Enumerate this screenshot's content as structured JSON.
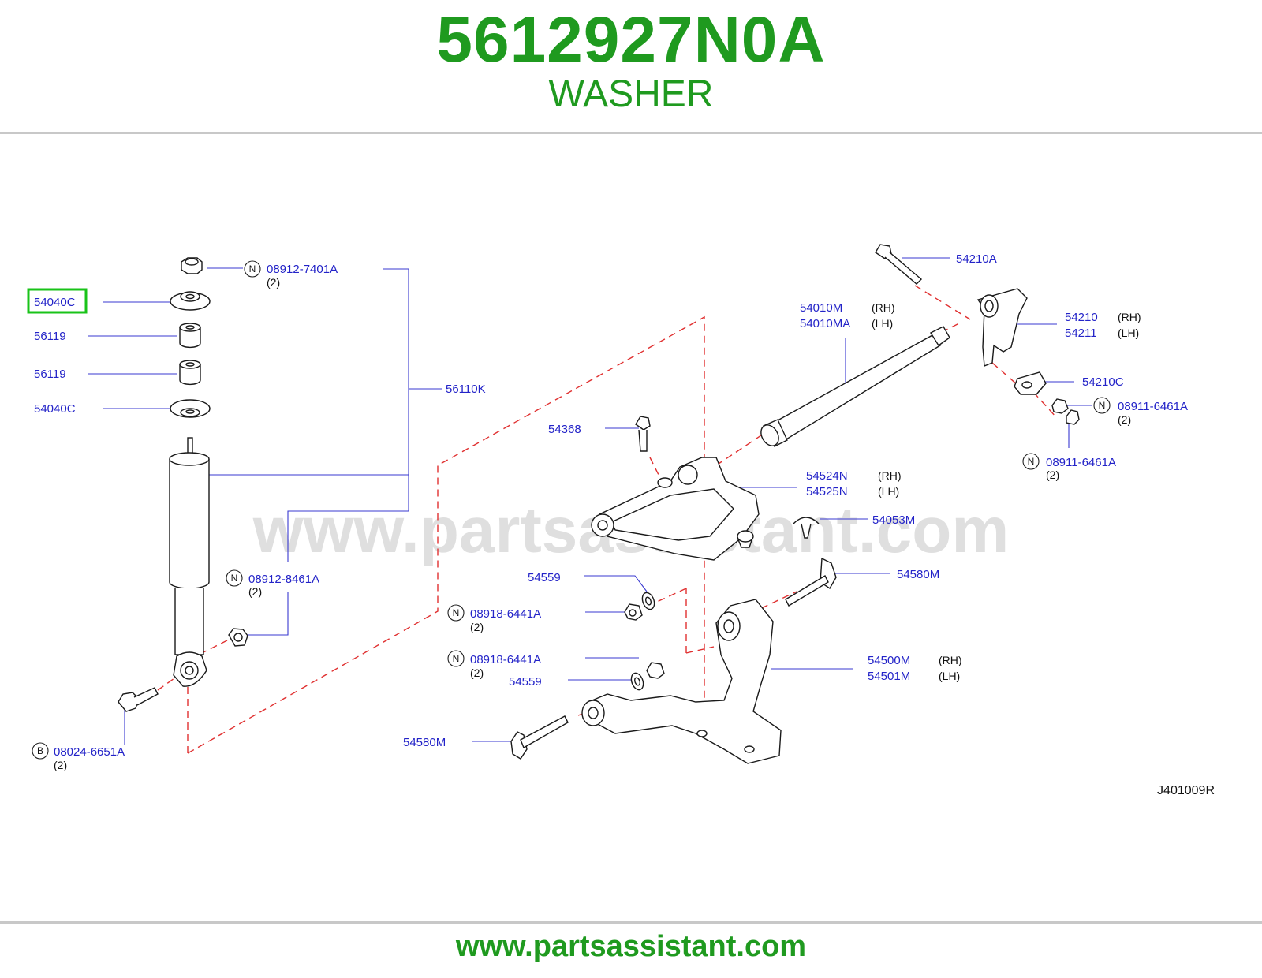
{
  "header": {
    "part_number": "5612927N0A",
    "part_name": "WASHER"
  },
  "footer": {
    "url": "www.partsassistant.com"
  },
  "diagram": {
    "watermark": "www.partsassistant.com",
    "drawing_code": "J401009R",
    "labels": {
      "l54040c_top": "54040C",
      "l56119_a": "56119",
      "l56119_b": "56119",
      "l54040c_bot": "54040C",
      "l56110k": "56110K",
      "l08912_7401a": "08912-7401A",
      "l08912_7401a_qty": "(2)",
      "l08912_8461a": "08912-8461A",
      "l08912_8461a_qty": "(2)",
      "l08024_6651a": "08024-6651A",
      "l08024_6651a_qty": "(2)",
      "l54368": "54368",
      "l54010m": "54010M",
      "l54010m_side": "(RH)",
      "l54010ma": "54010MA",
      "l54010ma_side": "(LH)",
      "l54210a": "54210A",
      "l54210": "54210",
      "l54210_side": "(RH)",
      "l54211": "54211",
      "l54211_side": "(LH)",
      "l54210c": "54210C",
      "l08911_6461a_a": "08911-6461A",
      "l08911_6461a_a_qty": "(2)",
      "l08911_6461a_b": "08911-6461A",
      "l08911_6461a_b_qty": "(2)",
      "l54524n": "54524N",
      "l54524n_side": "(RH)",
      "l54525n": "54525N",
      "l54525n_side": "(LH)",
      "l54053m": "54053M",
      "l54559_a": "54559",
      "l08918_6441a_a": "08918-6441A",
      "l08918_6441a_a_qty": "(2)",
      "l08918_6441a_b": "08918-6441A",
      "l08918_6441a_b_qty": "(2)",
      "l54559_b": "54559",
      "l54580m_a": "54580M",
      "l54580m_b": "54580M",
      "l54500m": "54500M",
      "l54500m_side": "(RH)",
      "l54501m": "54501M",
      "l54501m_side": "(LH)",
      "circle_n": "N",
      "circle_b": "B"
    }
  },
  "colors": {
    "brand_green": "#1f9a1f",
    "callout_blue": "#2323c8",
    "highlight_green": "#19c319",
    "leader_red": "#e03030"
  }
}
